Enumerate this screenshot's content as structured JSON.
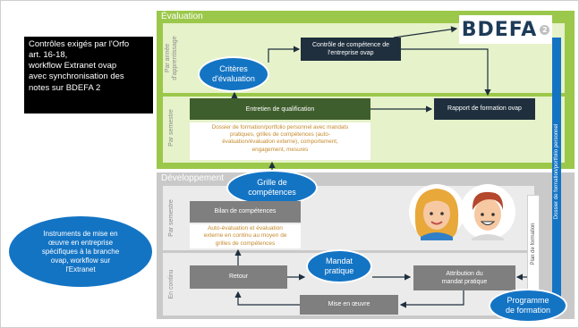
{
  "info_box": {
    "lines": [
      "Contrôles exigés par l'Orfo",
      "art. 16-18,",
      "workflow Extranet ovap",
      "avec synchronisation des",
      "notes sur BDEFA 2"
    ]
  },
  "instruments_ellipse": {
    "lines": [
      "Instruments de mise en",
      "œuvre en entreprise",
      "spécifiques à la branche",
      "ovap, workflow sur",
      "l'Extranet"
    ]
  },
  "evaluation": {
    "title": "Évaluation",
    "row1_label": [
      "Par année",
      "d'apprentissage"
    ],
    "row2_label": "Par semestre",
    "controle_box": [
      "Contrôle de compétence de",
      "l'entreprise ovap"
    ],
    "criteres_ellipse": [
      "Critères",
      "d'évaluation"
    ],
    "entretien_box": "Entretien de qualification",
    "rapport_box": "Rapport de formation ovap",
    "dossier_text": [
      "Dossier de formation/portfolio personnel avec mandats",
      "pratiques, grilles de compétences (auto-",
      "évaluation/évaluation externe), comportement,",
      "engagement, mesures"
    ]
  },
  "logo": {
    "text": "BDEFA",
    "badge": "2"
  },
  "development": {
    "title": "Développement",
    "row1_label": "Par semestre",
    "row2_label": "En continu",
    "grille_ellipse": [
      "Grille de",
      "compétences"
    ],
    "bilan_box": "Bilan de compétences",
    "auto_text": [
      "Auto-évaluation et évaluation",
      "externe en continu au moyen de",
      "grilles de compétences"
    ],
    "mandat_ellipse": [
      "Mandat",
      "pratique"
    ],
    "retour_box": "Retour",
    "attribution_box": [
      "Attribution du",
      "mandat pratique"
    ],
    "mise_box": "Mise en œuvre",
    "plan_label": "Plan de formation",
    "programme_ellipse": [
      "Programme",
      "de formation"
    ]
  },
  "side_bar_label": "Dossier de formation/portfolio personnel",
  "colors": {
    "evaluation_green": "#9bc84a",
    "row_light_green": "#e6f2c9",
    "dark_green": "#3f5e2d",
    "navy": "#1f2f3d",
    "accent_blue": "#1474c4",
    "dev_grey": "#c9c9c9",
    "box_grey": "#7f7f7f"
  }
}
